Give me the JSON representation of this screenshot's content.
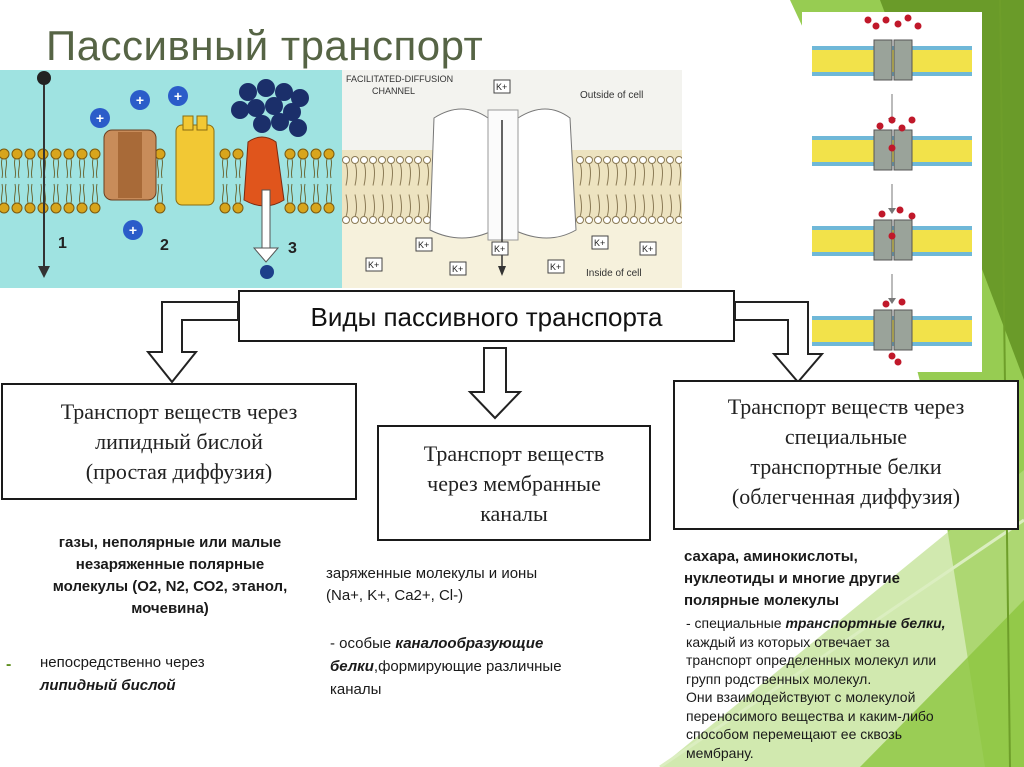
{
  "slide": {
    "title": "Пассивный транспорт",
    "header_box": "Виды пассивного транспорта"
  },
  "left_panel": {
    "ion_symbol": "+",
    "numbers": [
      "1",
      "2",
      "3"
    ]
  },
  "channel_panel": {
    "caption": "FACILITATED-DIFFUSION\nCHANNEL",
    "outside_label": "Outside of cell",
    "inside_label": "Inside of cell",
    "ion_label": "K+"
  },
  "boxes": [
    {
      "text": "Транспорт веществ через\nлипидный бислой\n(простая диффузия)"
    },
    {
      "text": "Транспорт веществ\nчерез мембранные\nканалы"
    },
    {
      "text": "Транспорт веществ через\nспециальные\nтранспортные белки\n(облегченная диффузия)"
    }
  ],
  "col1": {
    "examples": "газы, неполярные или малые\nнезаряженные полярные\nмолекулы (О2, N2, СО2, этанол,\nмочевина)",
    "dash": "-",
    "line1": "непосредственно через",
    "line2": "липидный бислой"
  },
  "col2": {
    "examples": "заряженные молекулы и ионы\n(Na+, K+, Ca2+, Cl-)",
    "desc_prefix": "- особые ",
    "desc_italic1": "каналообразующие",
    "desc_italic2": "белки",
    "desc_rest": ",формирующие различные\nканалы"
  },
  "col3": {
    "examples": "сахара, аминокислоты,\nнуклеотиды и многие другие\nполярные молекулы",
    "desc_prefix": "- специальные ",
    "desc_italic": "транспортные белки,",
    "desc_rest": "\nкаждый из которых отвечает за\nтранспорт определенных молекул или\nгрупп родственных молекул.\nОни взаимодействуют с молекулой\nпереносимого вещества и каким-либо\nспособом перемещают ее сквозь\nмембрану."
  },
  "colors": {
    "title": "#566445",
    "green_accent": "#8cc63f",
    "dark_green": "#5f8f1f",
    "left_bg": "#9fe3e1",
    "channel_bg": "#f6f1dc",
    "ion_blue": "#2b5cc9",
    "membrane_yellow": "#e8d23c"
  }
}
